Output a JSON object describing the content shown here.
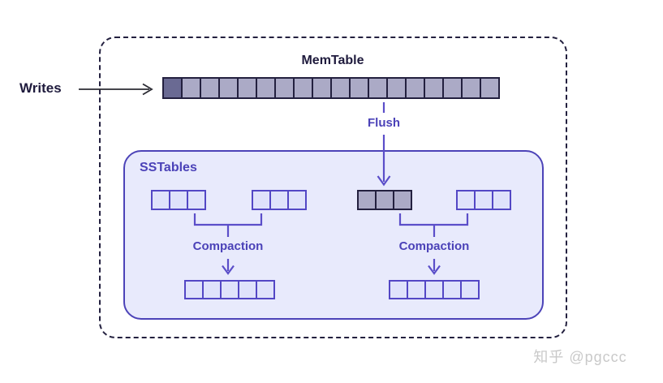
{
  "diagram": {
    "writes_label": "Writes",
    "memtable": {
      "title": "MemTable",
      "cells": {
        "count": 18,
        "style": "gray",
        "first_dark": true
      }
    },
    "flush_label": "Flush",
    "sstables": {
      "title": "SSTables",
      "level0": {
        "sstable_a": {
          "count": 3,
          "style": "lavender"
        },
        "sstable_b": {
          "count": 3,
          "style": "lavender"
        },
        "sstable_flushed": {
          "count": 3,
          "style": "gray"
        },
        "sstable_d": {
          "count": 3,
          "style": "lavender"
        }
      },
      "compaction_left_label": "Compaction",
      "compaction_right_label": "Compaction",
      "level1": {
        "merged_left": {
          "count": 5,
          "style": "lavender"
        },
        "merged_right": {
          "count": 5,
          "style": "lavender"
        }
      }
    },
    "watermark": "知乎 @pgccc",
    "colors": {
      "navy_text": "#1f1b3d",
      "purple_text": "#4b42b8",
      "purple_line": "#5b4ec9",
      "dark_arrow": "#2b2b33",
      "dashed_border": "#23203f",
      "box_fill": "#e8eafc",
      "box_border": "#4c43b8",
      "gray_cell_fill": "#abaac6",
      "dark_cell_fill": "#6a6a93",
      "gray_cell_border": "#23203f",
      "lavender_cell_fill": "#dfe2fb",
      "lavender_cell_border": "#5347c5",
      "watermark_color": "#c9c9c9"
    }
  }
}
